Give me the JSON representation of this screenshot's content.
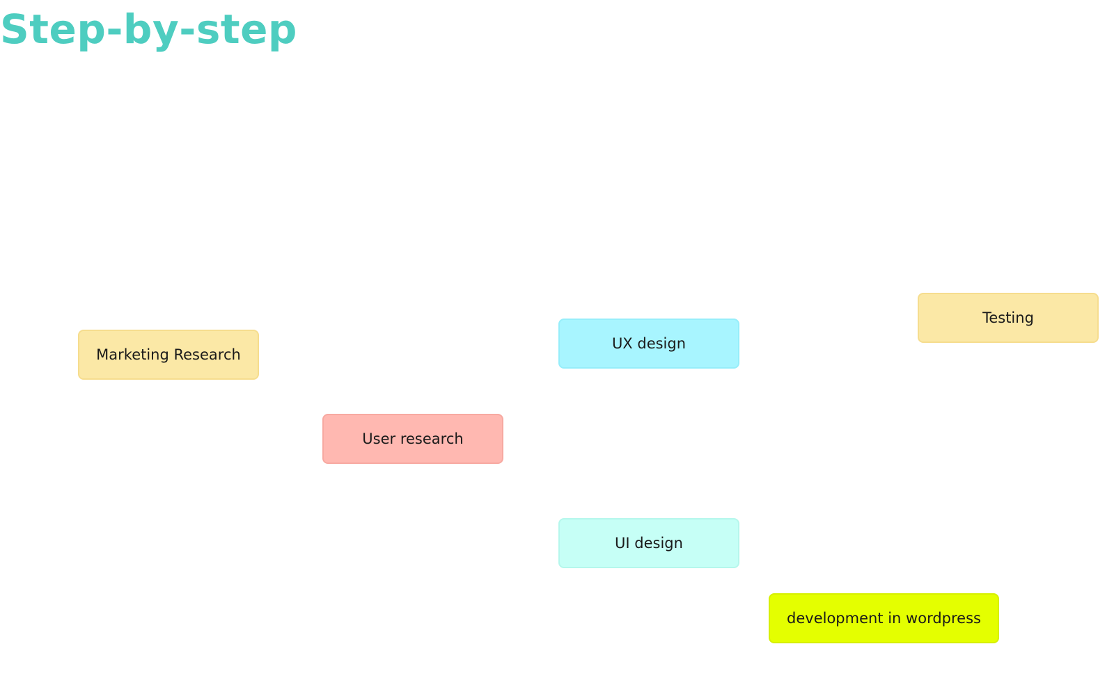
{
  "board": {
    "title": "Step-by-step",
    "title_color": "#4ECDC0"
  },
  "notes": [
    {
      "id": "marketing",
      "label": "Marketing Research",
      "color": "#FBE8A6",
      "border": "#F6DD8E"
    },
    {
      "id": "user",
      "label": "User research",
      "color": "#FFB8B1",
      "border": "#F7A9A1"
    },
    {
      "id": "ux",
      "label": "UX design",
      "color": "#A8F5FF",
      "border": "#96EEFA"
    },
    {
      "id": "ui",
      "label": "UI design",
      "color": "#C6FFF6",
      "border": "#B5F7EC"
    },
    {
      "id": "testing",
      "label": "Testing",
      "color": "#FBE8A6",
      "border": "#F6DD8E"
    },
    {
      "id": "dev",
      "label": "development in wordpress",
      "color": "#E4FF00",
      "border": "#D6F000"
    }
  ]
}
